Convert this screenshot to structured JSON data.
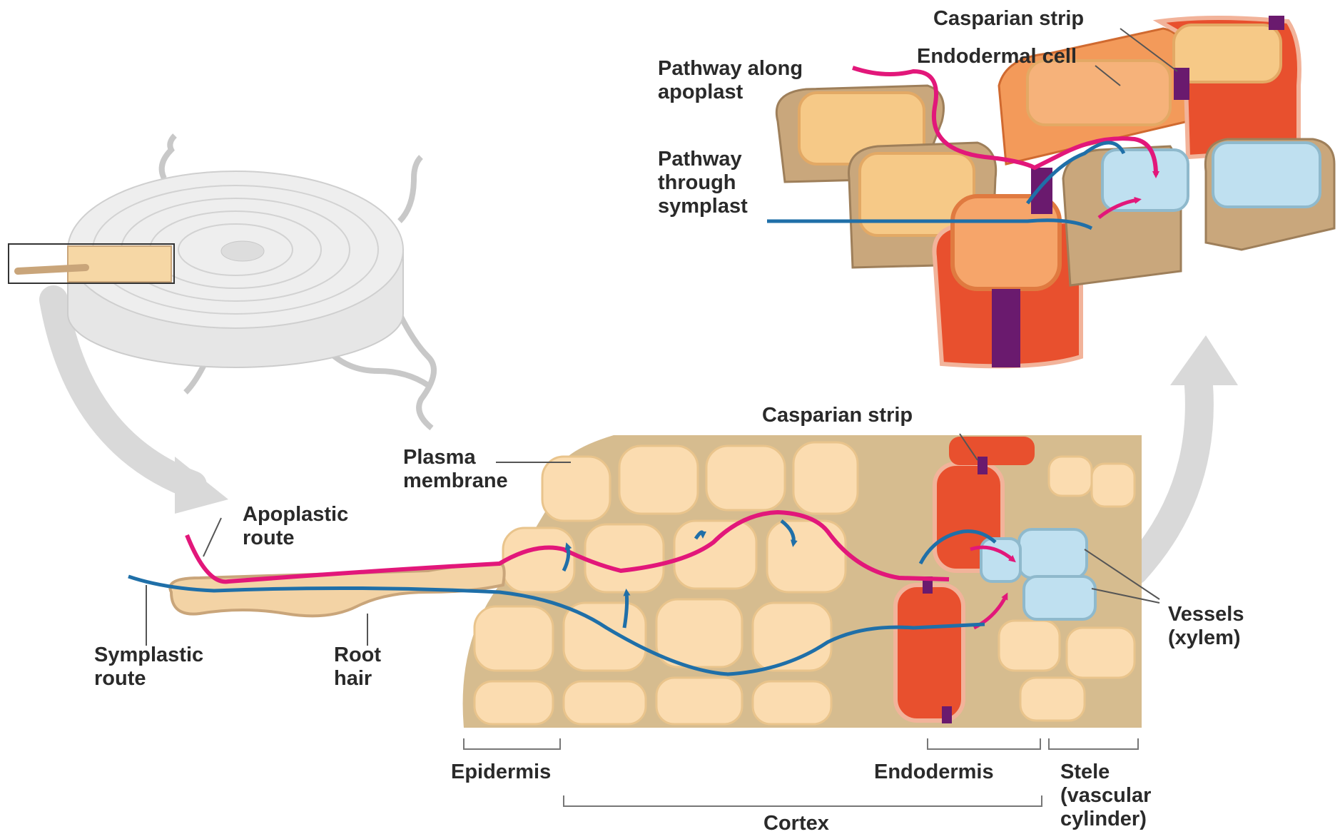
{
  "diagram": {
    "labels": {
      "casparian_strip_top": "Casparian strip",
      "endodermal_cell": "Endodermal cell",
      "pathway_apoplast": "Pathway along\napoplast",
      "pathway_symplast": "Pathway\nthrough\nsymplast",
      "casparian_strip_bottom": "Casparian strip",
      "plasma_membrane": "Plasma\nmembrane",
      "apoplastic_route": "Apoplastic\nroute",
      "symplastic_route": "Symplastic\nroute",
      "root_hair": "Root\nhair",
      "vessels_xylem": "Vessels\n(xylem)",
      "epidermis": "Epidermis",
      "endodermis": "Endodermis",
      "stele": "Stele\n(vascular\ncylinder)",
      "cortex": "Cortex"
    },
    "colors": {
      "apoplast_path": "#e2177a",
      "symplast_path": "#1f6fa8",
      "casparian_strip": "#6a1a6e",
      "endodermis_cell": "#e8502e",
      "cortex_cell": "#fbdcb0",
      "cell_wall": "#d9bf96",
      "xylem_vessel": "#bfe0f0",
      "guide_arrow": "#d6d6d6"
    }
  }
}
